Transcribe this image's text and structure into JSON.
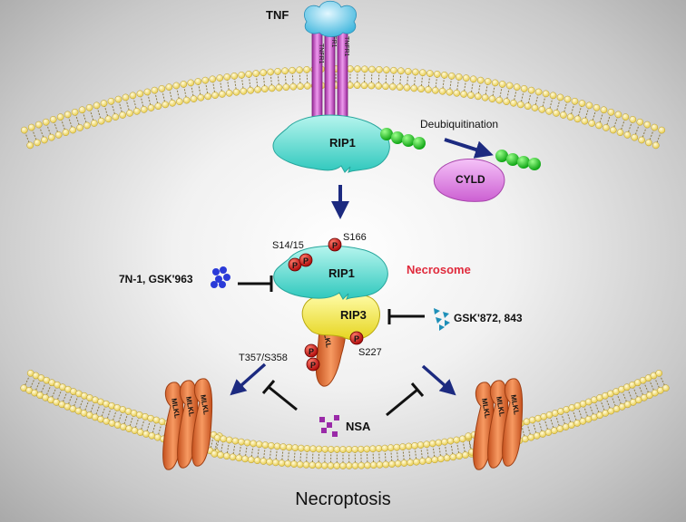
{
  "diagram": {
    "ligand": "TNF",
    "receptor_label": "TNFR1",
    "rip1_top": "RIP1",
    "deubiquitination": "Deubiquitination",
    "cyld": "CYLD",
    "rip1_necrosome": "RIP1",
    "rip3": "RIP3",
    "mlkl": "MLKL",
    "site_s14_15": "S14/15",
    "site_s166": "S166",
    "site_s227": "S227",
    "site_t357_s358": "T357/S358",
    "phospho": "P",
    "necrosome": "Necrosome",
    "rip1_inhibitors": "7N-1, GSK'963",
    "rip3_inhibitors": "GSK'872, 843",
    "mlkl_inhibitor": "NSA",
    "outcome": "Necroptosis"
  },
  "colors": {
    "ubiquitin": "#19c21a",
    "rip1": "#5fe0d4",
    "rip3": "#f2ee3a",
    "mlkl": "#f07a3c",
    "cyld": "#e486e8",
    "receptor": "#c454c4",
    "tnf": "#4cc3e6",
    "arrow": "#1c2a80",
    "necrosome_text": "#e02a3c",
    "phospho": "#d01818",
    "membrane_head": "#f5e07a"
  }
}
